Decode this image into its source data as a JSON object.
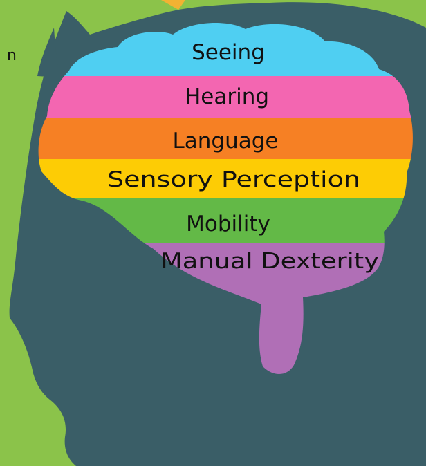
{
  "colors": {
    "background": "#8bc34a",
    "head": "#3a5e67",
    "accent": "#f2b233"
  },
  "diagram": {
    "cut_off_text": "n",
    "bands": [
      {
        "label": "Seeing",
        "color": "#4fcff2"
      },
      {
        "label": "Hearing",
        "color": "#f366b1"
      },
      {
        "label": "Language",
        "color": "#f68024"
      },
      {
        "label": "Sensory Perception",
        "color": "#fdcc05"
      },
      {
        "label": "Mobility",
        "color": "#63b947"
      },
      {
        "label": "Manual Dexterity",
        "color": "#b06fb6"
      }
    ]
  }
}
